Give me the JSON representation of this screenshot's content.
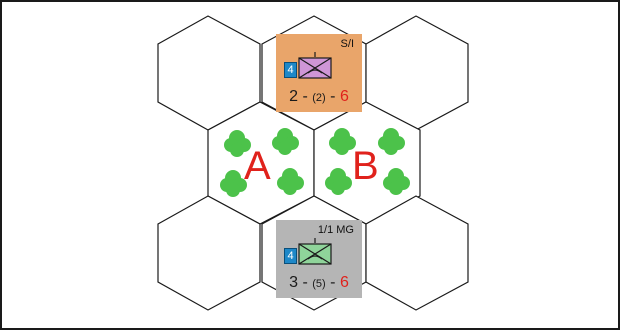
{
  "hexes": [
    {
      "label": "",
      "terrain": "clear"
    },
    {
      "label": "",
      "terrain": "clear"
    },
    {
      "label": "",
      "terrain": "clear"
    },
    {
      "label": "A",
      "terrain": "woods"
    },
    {
      "label": "B",
      "terrain": "woods"
    },
    {
      "label": "",
      "terrain": "clear"
    },
    {
      "label": "",
      "terrain": "clear"
    },
    {
      "label": "",
      "terrain": "clear"
    }
  ],
  "counters": {
    "svi": {
      "unit_id": "S/I",
      "step": "4",
      "attack": "2",
      "defense": "(2)",
      "movement": "6",
      "sep1": " - ",
      "sep2": " - ",
      "color": "#e9a56a",
      "symbol_color": "#cf96d6",
      "symbol": "infantry-symbol"
    },
    "mg": {
      "unit_id": "1/1 MG",
      "step": "4",
      "attack": "3",
      "defense": "(5)",
      "movement": "6",
      "sep1": " - ",
      "sep2": " - ",
      "color": "#b5b5b5",
      "symbol_color": "#8fd49a",
      "symbol": "machine-gun-symbol"
    }
  },
  "colors": {
    "hex_stroke": "#1a1a1a",
    "woods": "#4cc24a",
    "label": "#e0221c",
    "step_box": "#1e88c8"
  }
}
